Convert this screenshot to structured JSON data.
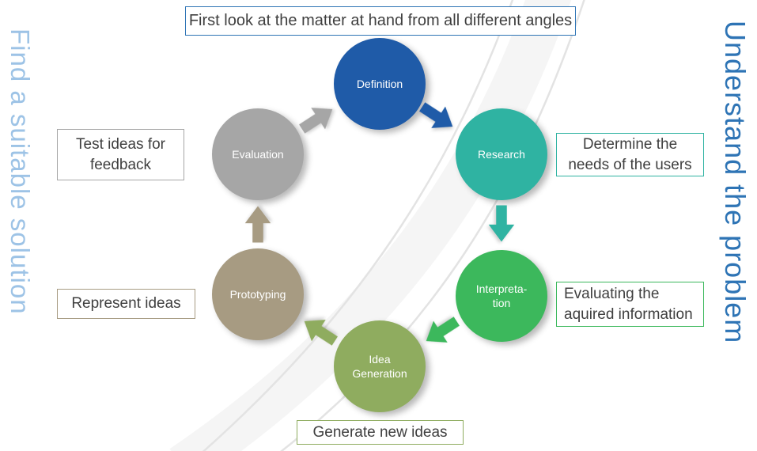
{
  "side_labels": {
    "left": {
      "text": "Find a suitable solution",
      "color": "#9DC3E6"
    },
    "right": {
      "text": "Understand the problem",
      "color": "#2E74B5"
    }
  },
  "steps": [
    {
      "id": "definition",
      "label": "Definition",
      "color": "#1F5BA8"
    },
    {
      "id": "research",
      "label": "Research",
      "color": "#2FB3A2"
    },
    {
      "id": "interpretation",
      "label": "Interpreta-\ntion",
      "color": "#3CB85C"
    },
    {
      "id": "idea-generation",
      "label": "Idea\nGeneration",
      "color": "#8FAC5F"
    },
    {
      "id": "prototyping",
      "label": "Prototyping",
      "color": "#A79B82"
    },
    {
      "id": "evaluation",
      "label": "Evaluation",
      "color": "#A6A6A6"
    }
  ],
  "arrows": [
    {
      "from": "evaluation",
      "to": "definition",
      "color": "#A6A6A6"
    },
    {
      "from": "definition",
      "to": "research",
      "color": "#1F5BA8"
    },
    {
      "from": "research",
      "to": "interpretation",
      "color": "#2FB3A2"
    },
    {
      "from": "interpretation",
      "to": "idea-generation",
      "color": "#3CB85C"
    },
    {
      "from": "idea-generation",
      "to": "prototyping",
      "color": "#8FAC5F"
    },
    {
      "from": "prototyping",
      "to": "evaluation",
      "color": "#A79B82"
    }
  ],
  "annotations": [
    {
      "text": "First look at the matter at hand from all different angles",
      "border_color": "#2E74B5"
    },
    {
      "text": "Test ideas for\nfeedback",
      "border_color": "#A6A6A6"
    },
    {
      "text": "Determine the\nneeds of the users",
      "border_color": "#2FB3A2"
    },
    {
      "text": "Evaluating the\naquired information",
      "border_color": "#3CB85C"
    },
    {
      "text": "Represent ideas",
      "border_color": "#A79B82"
    },
    {
      "text": "Generate new ideas",
      "border_color": "#8FAC5F"
    }
  ]
}
